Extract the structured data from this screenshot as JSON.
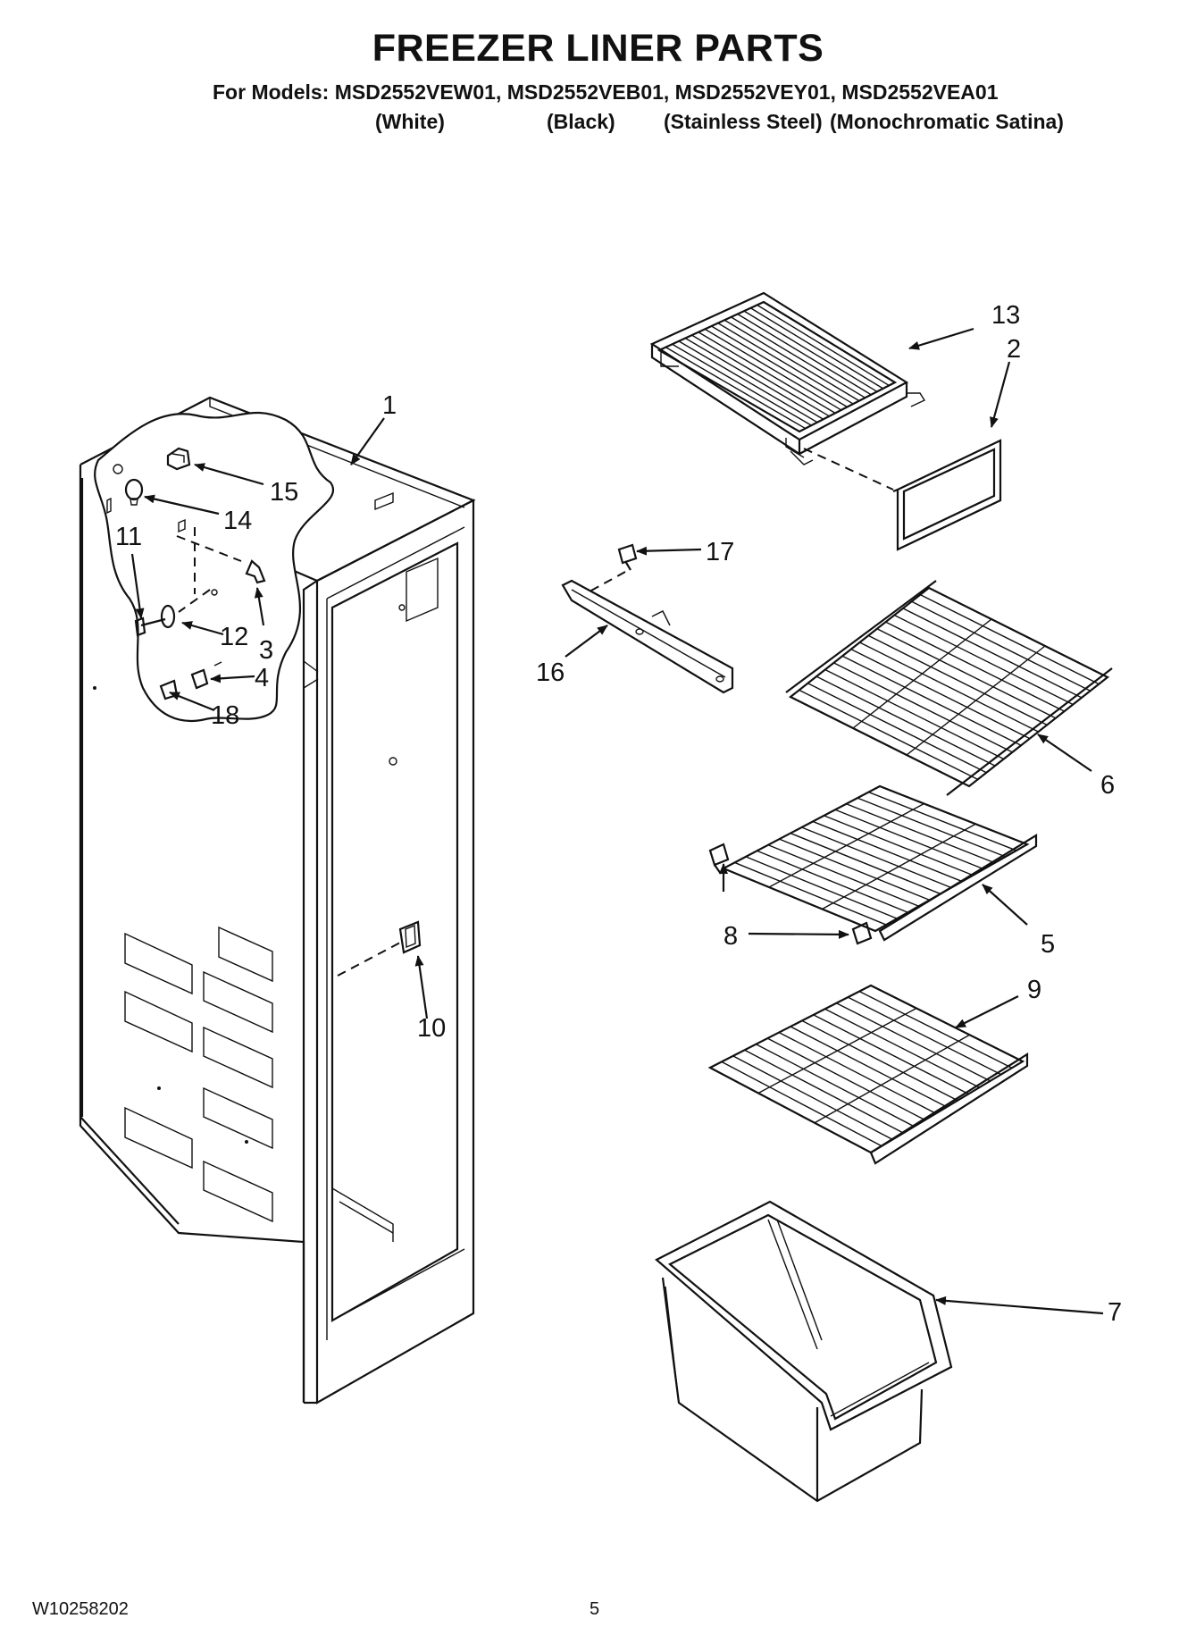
{
  "header": {
    "title": "FREEZER LINER PARTS",
    "models_line": "For Models: MSD2552VEW01, MSD2552VEB01, MSD2552VEY01, MSD2552VEA01",
    "variants": [
      "(White)",
      "(Black)",
      "(Stainless Steel)",
      "(Monochromatic Satina)"
    ]
  },
  "callouts": [
    "1",
    "2",
    "3",
    "4",
    "5",
    "6",
    "7",
    "8",
    "9",
    "10",
    "11",
    "12",
    "13",
    "14",
    "15",
    "16",
    "17",
    "18"
  ],
  "footer": {
    "doc_number": "W10258202",
    "page_number": "5"
  }
}
